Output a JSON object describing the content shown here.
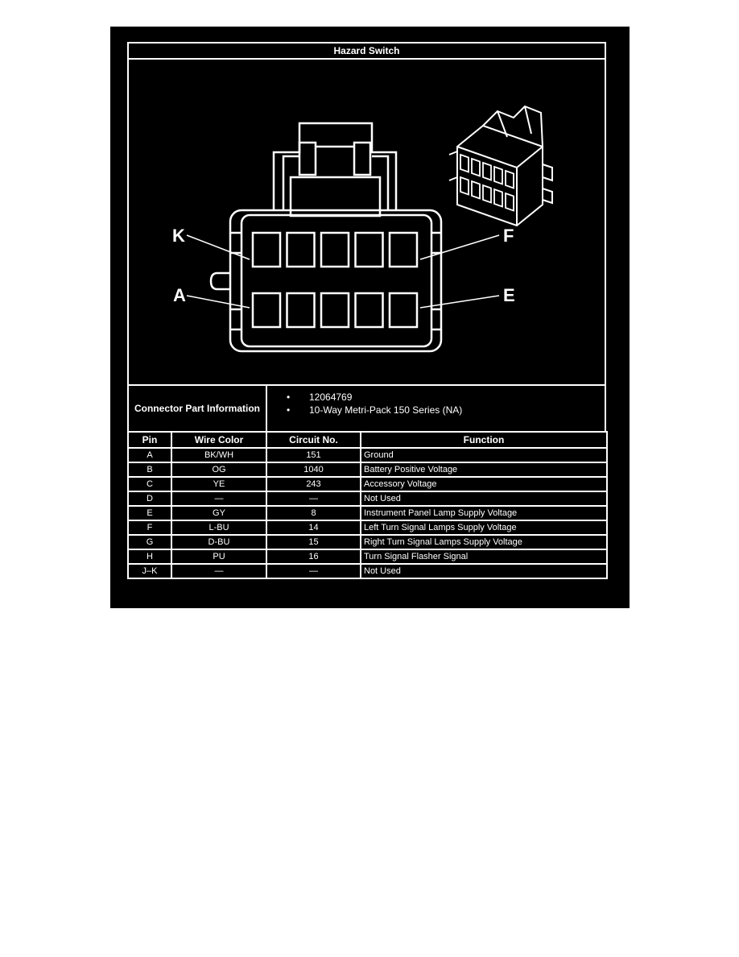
{
  "title": "Hazard Switch",
  "diagram": {
    "labels": {
      "top_left": "K",
      "top_right": "F",
      "bottom_left": "A",
      "bottom_right": "E"
    }
  },
  "connector_info": {
    "label": "Connector Part Information",
    "items": [
      "12064769",
      "10-Way Metri-Pack 150 Series (NA)"
    ]
  },
  "table": {
    "headers": [
      "Pin",
      "Wire Color",
      "Circuit No.",
      "Function"
    ],
    "rows": [
      [
        "A",
        "BK/WH",
        "151",
        "Ground"
      ],
      [
        "B",
        "OG",
        "1040",
        "Battery Positive Voltage"
      ],
      [
        "C",
        "YE",
        "243",
        "Accessory Voltage"
      ],
      [
        "D",
        "—",
        "—",
        "Not Used"
      ],
      [
        "E",
        "GY",
        "8",
        "Instrument Panel Lamp Supply Voltage"
      ],
      [
        "F",
        "L-BU",
        "14",
        "Left Turn Signal Lamps Supply Voltage"
      ],
      [
        "G",
        "D-BU",
        "15",
        "Right Turn Signal Lamps Supply Voltage"
      ],
      [
        "H",
        "PU",
        "16",
        "Turn Signal Flasher Signal"
      ],
      [
        "J–K",
        "—",
        "—",
        "Not Used"
      ]
    ]
  }
}
